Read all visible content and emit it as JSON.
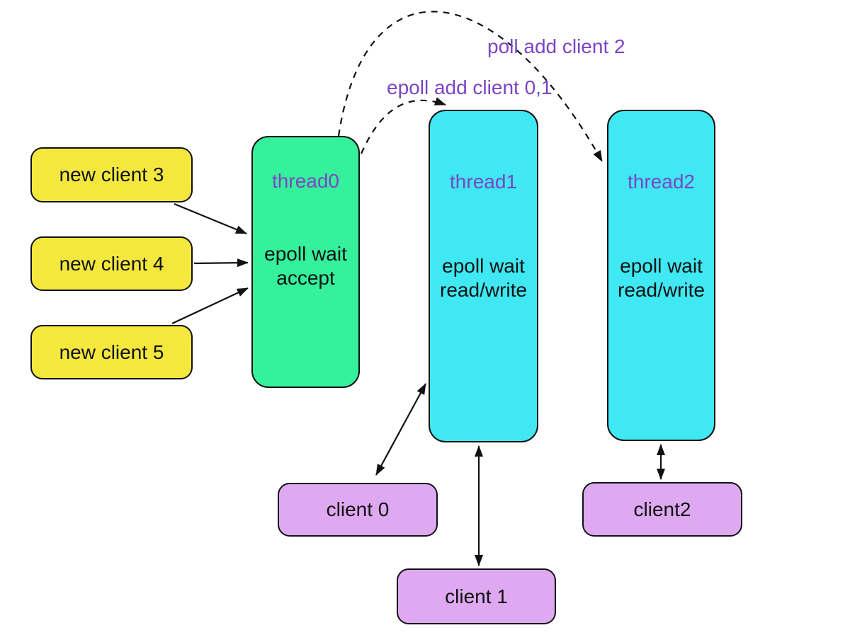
{
  "diagram": {
    "title": "epoll multi-thread client dispatch diagram",
    "colors": {
      "yellow": "#F4E83F",
      "green": "#35F19C",
      "cyan": "#3FE8F2",
      "lavender": "#DFA9F2",
      "purple": "#7B45C5",
      "line": "#111111",
      "bg": "#ffffff"
    },
    "nodes": {
      "new_client_3": {
        "label": "new client 3"
      },
      "new_client_4": {
        "label": "new client 4"
      },
      "new_client_5": {
        "label": "new client 5"
      },
      "thread0": {
        "title": "thread0",
        "body_line1": "epoll wait",
        "body_line2": "accept"
      },
      "thread1": {
        "title": "thread1",
        "body_line1": "epoll wait",
        "body_line2": "read/write"
      },
      "thread2": {
        "title": "thread2",
        "body_line1": "epoll wait",
        "body_line2": "read/write"
      },
      "client0": {
        "label": "client 0"
      },
      "client1": {
        "label": "client 1"
      },
      "client2": {
        "label": "client2"
      }
    },
    "connections": [
      {
        "from": "new client 3",
        "to": "thread0",
        "style": "solid",
        "direction": "one-way",
        "label": ""
      },
      {
        "from": "new client 4",
        "to": "thread0",
        "style": "solid",
        "direction": "one-way",
        "label": ""
      },
      {
        "from": "new client 5",
        "to": "thread0",
        "style": "solid",
        "direction": "one-way",
        "label": ""
      },
      {
        "from": "thread1",
        "to": "client 0",
        "style": "solid",
        "direction": "two-way",
        "label": ""
      },
      {
        "from": "thread1",
        "to": "client 1",
        "style": "solid",
        "direction": "two-way",
        "label": ""
      },
      {
        "from": "thread2",
        "to": "client2",
        "style": "solid",
        "direction": "two-way",
        "label": ""
      },
      {
        "from": "thread0",
        "to": "thread1",
        "style": "dashed",
        "direction": "one-way",
        "label": "epoll add client 0,1"
      },
      {
        "from": "thread0",
        "to": "thread2",
        "style": "dashed",
        "direction": "one-way",
        "label": "poll add client 2"
      }
    ]
  }
}
